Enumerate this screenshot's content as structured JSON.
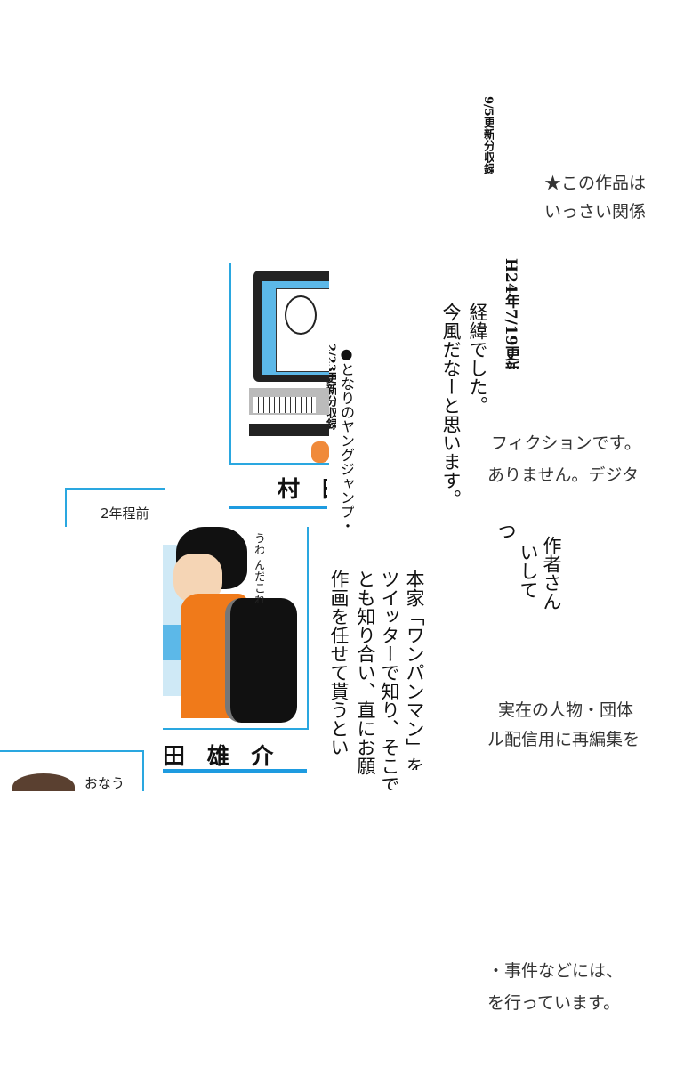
{
  "notice": {
    "line1": "★この作品は",
    "line2": "いっさい関係",
    "line3": "フィクションです。",
    "line4": "ありません。デジタ",
    "line5": "実在の人物・団体",
    "line6": "ル配信用に再編集を",
    "line7": "・事件などには、",
    "line8": "を行っています。"
  },
  "credits": {
    "update_top": "9/5更新分収録",
    "update_mid": "H24年7/19更新分～",
    "update_left": "2/23更新分収録",
    "source": "●となりのヤングジャンプ・H"
  },
  "afterword": {
    "col1": "経緯でした。",
    "col2": "今風だなーと思います。",
    "col3": "つ",
    "col4": "いして",
    "col5": "作者さん",
    "col6": "本家「ワンパンマン」を",
    "col7": "ツイッターで知り、そこで",
    "col8": "とも知り合い、直にお願",
    "col9": "作画を任せて貰うとい"
  },
  "panels": {
    "name1": "村 田",
    "name2": "田 雄 介",
    "caption1": "2年程前",
    "speech1": "うわ んだこれ もしれー",
    "speech2": "おなう"
  },
  "colors": {
    "accent": "#1e9be0",
    "orange": "#f07a1a"
  }
}
